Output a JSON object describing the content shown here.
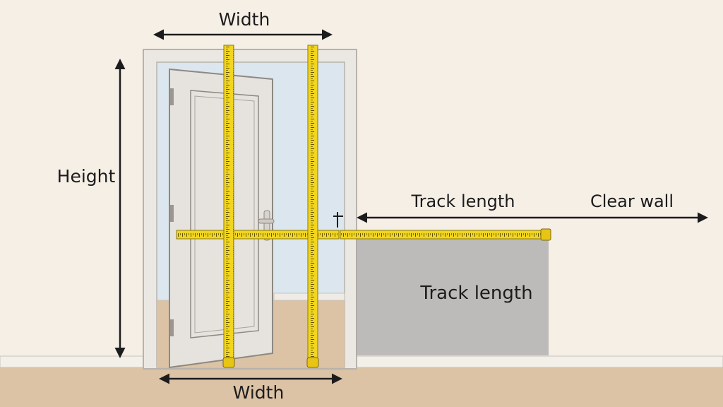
{
  "labels": {
    "width_top": "Width",
    "width_bottom": "Width",
    "height": "Height",
    "track_length_top": "Track length",
    "clear_wall": "Clear wall",
    "track_length_panel": "Track length"
  },
  "icons": [
    "arrow-icon",
    "tape-measure-icon",
    "door-handle-icon",
    "door-hinge-icon"
  ],
  "colors": {
    "wall": "#f6efe6",
    "floor": "#dcc3a6",
    "door": "#e6e3de",
    "door_frame": "#ebe8e3",
    "tape": "#f1d51f",
    "track_panel": "#bdbbb9",
    "sky_through_door": "#dbe6ee",
    "ink": "#1c1c1c"
  }
}
